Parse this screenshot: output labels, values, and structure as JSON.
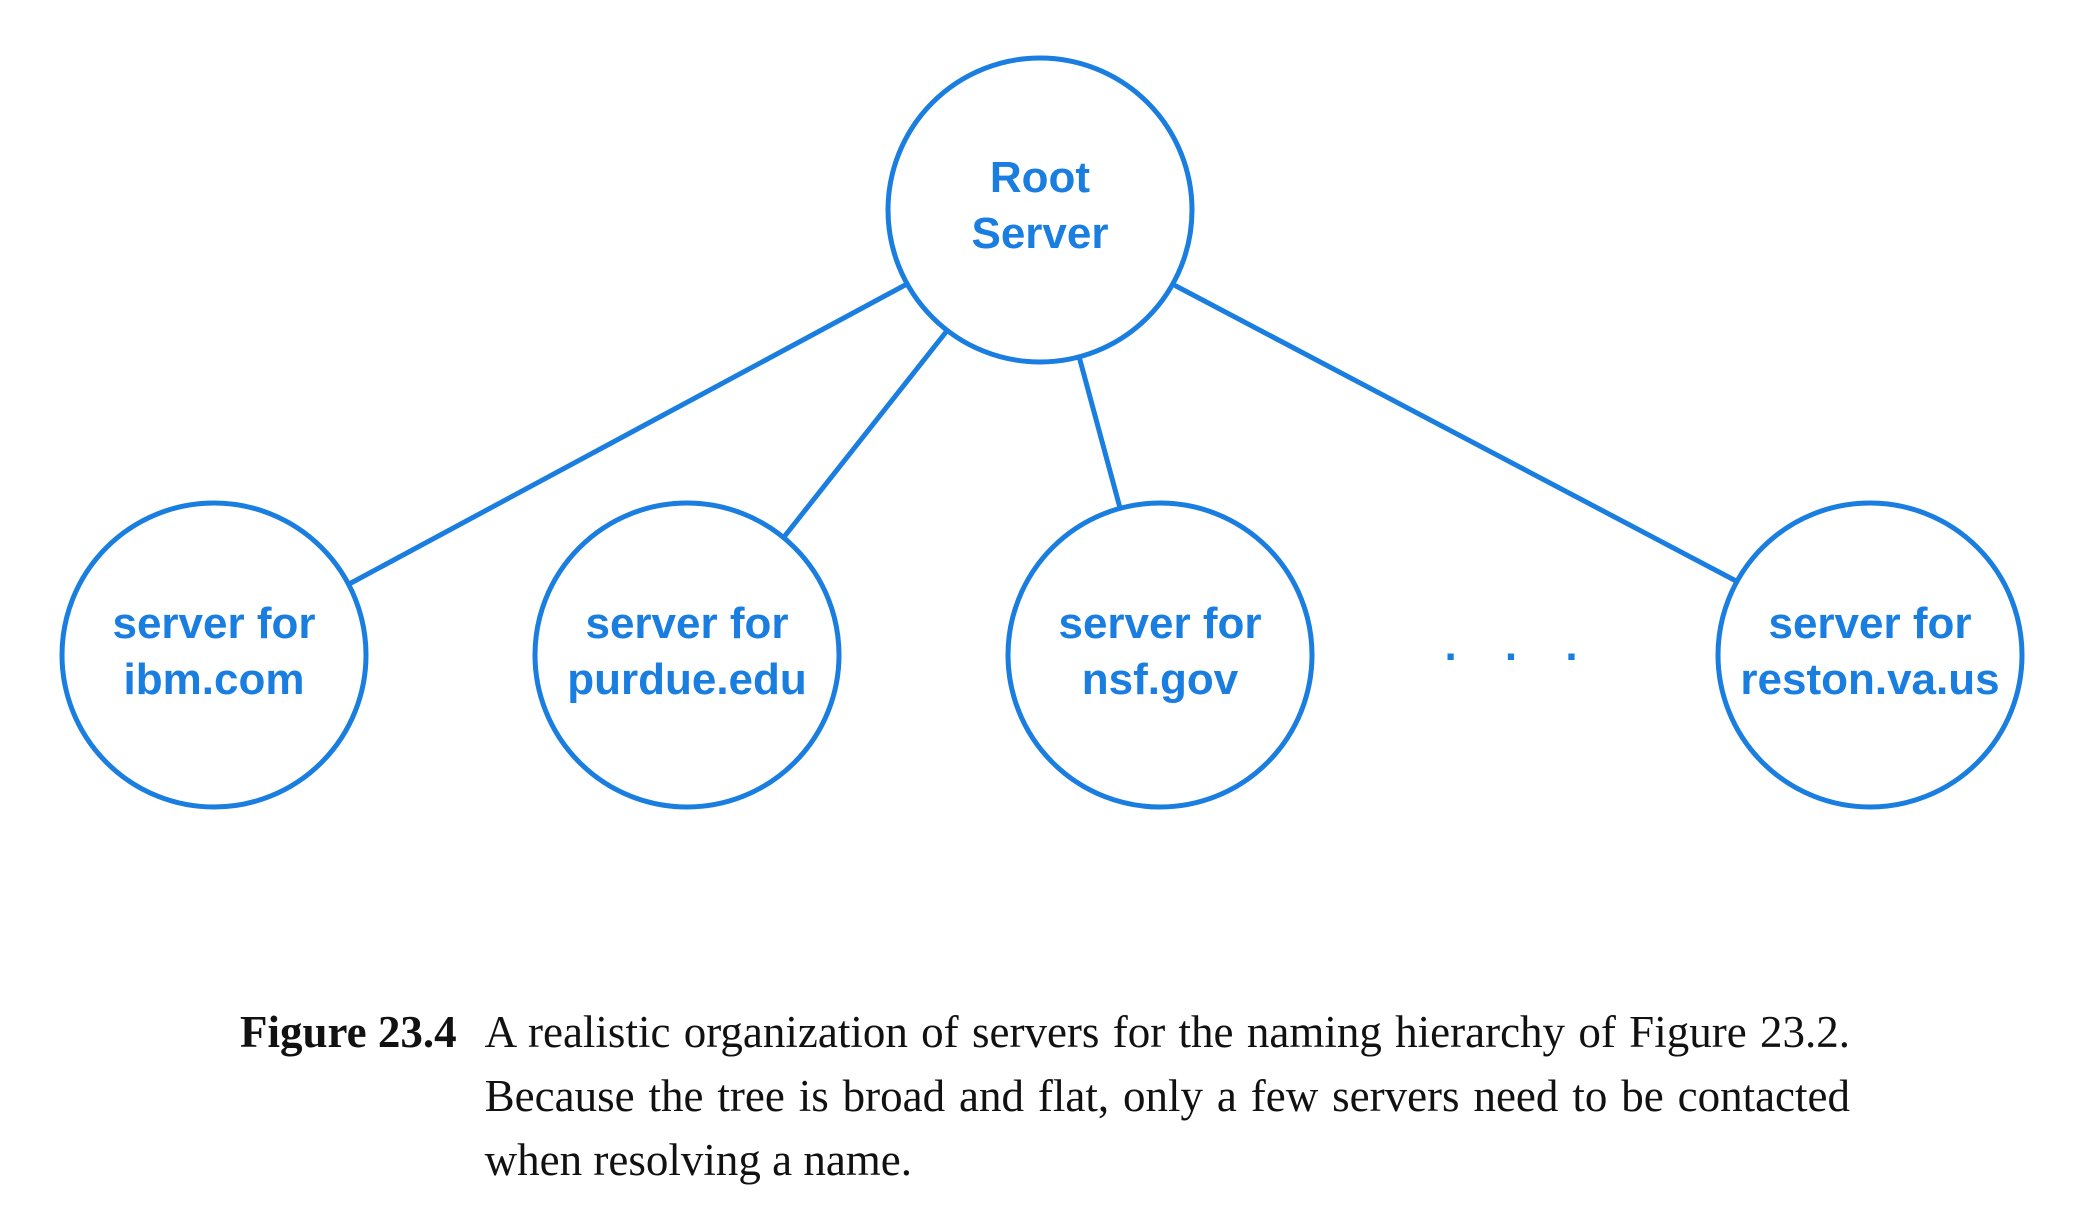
{
  "diagram": {
    "accent_color": "#1a7ee0",
    "root": {
      "line1": "Root",
      "line2": "Server"
    },
    "children": [
      {
        "line1": "server for",
        "line2": "ibm.com"
      },
      {
        "line1": "server for",
        "line2": "purdue.edu"
      },
      {
        "line1": "server for",
        "line2": "nsf.gov"
      },
      {
        "line1": "server for",
        "line2": "reston.va.us"
      }
    ],
    "ellipsis": ". . ."
  },
  "caption": {
    "label": "Figure 23.4",
    "text": "A realistic organization of servers for the naming hierarchy of Figure 23.2. Because the tree is broad and flat, only a few servers need to be contacted when resolving a name."
  }
}
